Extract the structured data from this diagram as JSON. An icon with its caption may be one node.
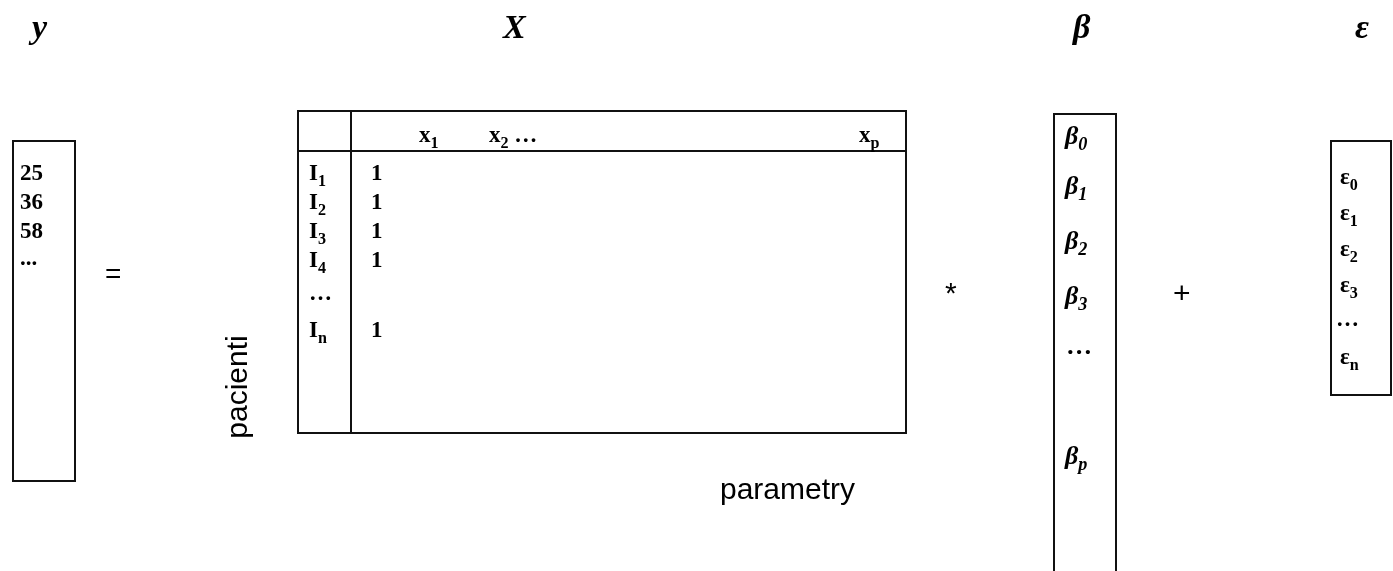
{
  "diagram": {
    "nodes": [
      {
        "text": [
          "25",
          "36",
          "58",
          "..."
        ]
      },
      {
        "text": [
          "x$_{1}$",
          "x$_{2}$ …",
          "x$_{p}$",
          "I$_{1}$",
          "1",
          "I$_{2}$",
          "1",
          "I$_{3}$",
          "1",
          "I$_{4}$",
          "1",
          "…",
          "I$_{n}$",
          "1"
        ]
      },
      {
        "text": [
          "β$_{0}$",
          "β$_{1}$",
          "β$_{2}$",
          "β$_{3}$",
          "…",
          "β$_{p}$"
        ]
      },
      {
        "text": [
          "ε$_{0}$",
          "ε$_{1}$",
          "ε$_{2}$",
          "ε$_{3}$",
          "…",
          "ε$_{n}$"
        ]
      }
    ],
    "labels": [
      "y",
      "X",
      "β",
      "ε",
      "=",
      "pacienti",
      "*",
      "+",
      "parametry"
    ]
  }
}
